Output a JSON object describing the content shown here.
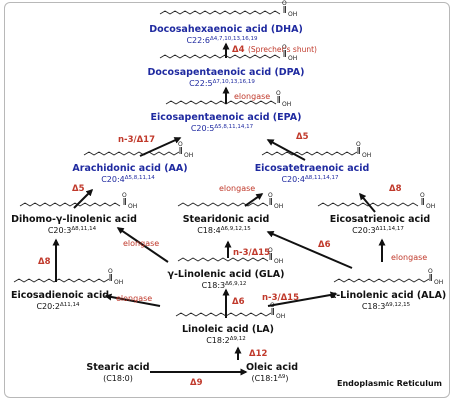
{
  "compounds": {
    "dha": {
      "name": "Docosahexaenoic acid (DHA)",
      "base": "C22:6",
      "sup": "Δ4,7,10,13,16,19"
    },
    "dpa": {
      "name": "Docosapentaenoic acid (DPA)",
      "base": "C22:5",
      "sup": "Δ7,10,13,16,19"
    },
    "epa": {
      "name": "Eicosapentaenoic acid (EPA)",
      "base": "C20:5",
      "sup": "Δ5,8,11,14,17"
    },
    "aa": {
      "name": "Arachidonic acid (AA)",
      "base": "C20:4",
      "sup": "Δ5,8,11,14"
    },
    "eta": {
      "name": "Eicosatetraenoic acid",
      "base": "C20:4",
      "sup": "Δ8,11,14,17"
    },
    "dgla": {
      "name": "Dihomo-γ-linolenic acid",
      "base": "C20:3",
      "sup": "Δ8,11,14"
    },
    "sda": {
      "name": "Stearidonic acid",
      "base": "C18:4",
      "sup": "Δ6,9,12,15"
    },
    "etra": {
      "name": "Eicosatrienoic acid",
      "base": "C20:3",
      "sup": "Δ11,14,17"
    },
    "gla": {
      "name": "γ-Linolenic acid (GLA)",
      "base": "C18:3",
      "sup": "Δ6,9,12"
    },
    "eda": {
      "name": "Eicosadienoic acid",
      "base": "C20:2",
      "sup": "Δ11,14"
    },
    "ala": {
      "name": "α-Linolenic acid (ALA)",
      "base": "C18:3",
      "sup": "Δ9,12,15"
    },
    "la": {
      "name": "Linoleic acid (LA)",
      "base": "C18:2",
      "sup": "Δ9,12"
    },
    "stearic": {
      "name": "Stearic acid",
      "formula": "(C18:0)"
    },
    "oleic": {
      "name": "Oleic acid",
      "base": "(C18:1",
      "sup": "Δ9",
      "close": ")"
    }
  },
  "enzymes": {
    "d4": "Δ4",
    "sprecher": "(Sprecher's shunt)",
    "elongase_dpa": "elongase",
    "n3_d17": "n-3/Δ17",
    "d5_right": "Δ5",
    "d5_left": "Δ5",
    "elongase_sda": "elongase",
    "d8_right": "Δ8",
    "d8_left": "Δ8",
    "elongase_gla": "elongase",
    "n3_d15_upper": "n-3/Δ15",
    "d6_right": "Δ6",
    "elongase_ala": "elongase",
    "elongase_la": "elongase",
    "d6_lower": "Δ6",
    "n3_d15_lower": "n-3/Δ15",
    "d12": "Δ12",
    "d9": "Δ9"
  },
  "acid_label": "OH",
  "acid_o": "O",
  "location": "Endoplasmic Reticulum",
  "colors": {
    "blue": "#1f2aa0",
    "red": "#c0392b",
    "black": "#111111"
  }
}
